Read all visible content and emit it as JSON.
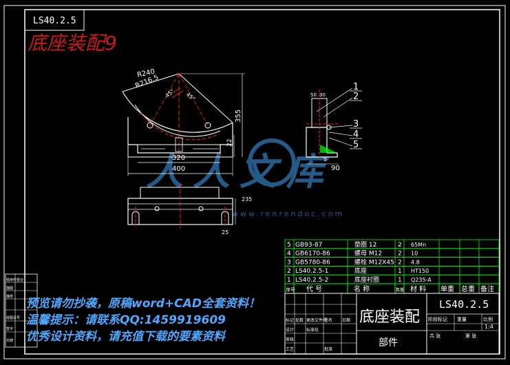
{
  "header": {
    "code_box": "LS40.2.5",
    "title": "底座装配9"
  },
  "front_view": {
    "r_outer": "R240",
    "r_inner": "R216.5",
    "width_320": "320",
    "width_400": "400",
    "height_355": "355",
    "height_22": "22",
    "angle": "45°"
  },
  "side_view": {
    "dim_50": "50",
    "dim_30": "30",
    "dim_5": "5",
    "dim_90": "90",
    "balloons": [
      "1",
      "2",
      "3",
      "4",
      "5"
    ]
  },
  "plan_view": {
    "dim_235": "235",
    "dim_25": "25"
  },
  "bom": {
    "rows": [
      {
        "no": "5",
        "code": "GB93-87",
        "name": "垫圈 12",
        "qty": "2",
        "material": "65Mn"
      },
      {
        "no": "4",
        "code": "GB6170-86",
        "name": "螺母 M12",
        "qty": "2",
        "material": "10"
      },
      {
        "no": "3",
        "code": "GB5780-86",
        "name": "螺栓 M12X45",
        "qty": "2",
        "material": "4.8"
      },
      {
        "no": "2",
        "code": "LS40.2.5-1",
        "name": "底座",
        "qty": "1",
        "material": "HT150"
      },
      {
        "no": "1",
        "code": "LS40.2.5-2",
        "name": "底座衬圈",
        "qty": "1",
        "material": "Q235-A"
      }
    ],
    "headers": {
      "no": "序号",
      "code": "代  号",
      "name": "名  称",
      "qty": "数量",
      "material": "材  料",
      "unit_wt": "单重",
      "total_wt": "总重",
      "note": "备注"
    }
  },
  "title_block": {
    "drawing_title": "底座装配",
    "drawing_code": "LS40.2.5",
    "part_label": "部件",
    "stage": "阶段标记",
    "weight": "重量",
    "scale_label": "比例",
    "scale": "1:4",
    "sheet_total": "共   张",
    "sheet_no": "第   张",
    "rows_left": [
      "标记",
      "设计",
      "审核",
      "工艺"
    ],
    "rows_left2": [
      "处数",
      "标准化",
      "批准"
    ],
    "date": "日期",
    "sign": "签名",
    "file": "更改文件号"
  },
  "left_strip": [
    "借用件登记",
    "描图",
    "描校",
    "底图总号",
    "签字",
    "日期"
  ],
  "watermark": {
    "logo": "人人文库",
    "url": "www.renrendoc.com"
  },
  "notice": {
    "line1": "预览请勿抄袭，原稿word+CAD全套资料！",
    "line2": "温馨提示：请联系QQ:1459919609",
    "line3": "优秀设计资料，请充值下载的要素资料"
  },
  "colors": {
    "frame": "#ffffff",
    "green": "#00ff00",
    "red": "#ff2020",
    "cyan": "#00ffff",
    "notice": "#4fa8ff",
    "watermark": "#2a6aa0",
    "title_red": "#cc1a1a"
  }
}
